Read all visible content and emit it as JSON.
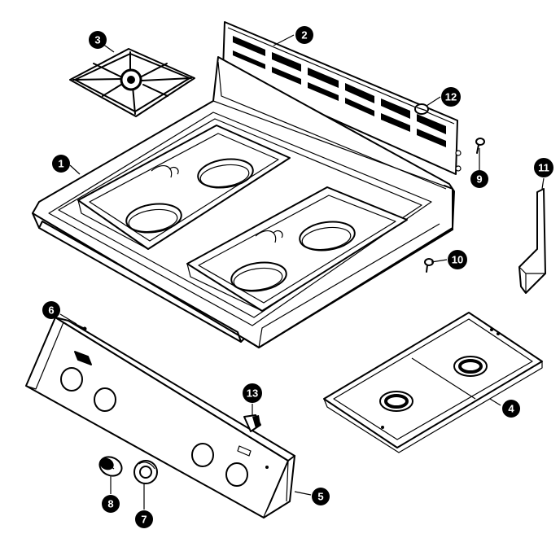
{
  "callouts": [
    {
      "id": "c1",
      "label": "1"
    },
    {
      "id": "c2",
      "label": "2"
    },
    {
      "id": "c3",
      "label": "3"
    },
    {
      "id": "c4",
      "label": "4"
    },
    {
      "id": "c5",
      "label": "5"
    },
    {
      "id": "c6",
      "label": "6"
    },
    {
      "id": "c7",
      "label": "7"
    },
    {
      "id": "c8",
      "label": "8"
    },
    {
      "id": "c9",
      "label": "9"
    },
    {
      "id": "c10",
      "label": "10"
    },
    {
      "id": "c11",
      "label": "11"
    },
    {
      "id": "c12",
      "label": "12"
    },
    {
      "id": "c13",
      "label": "13"
    }
  ]
}
